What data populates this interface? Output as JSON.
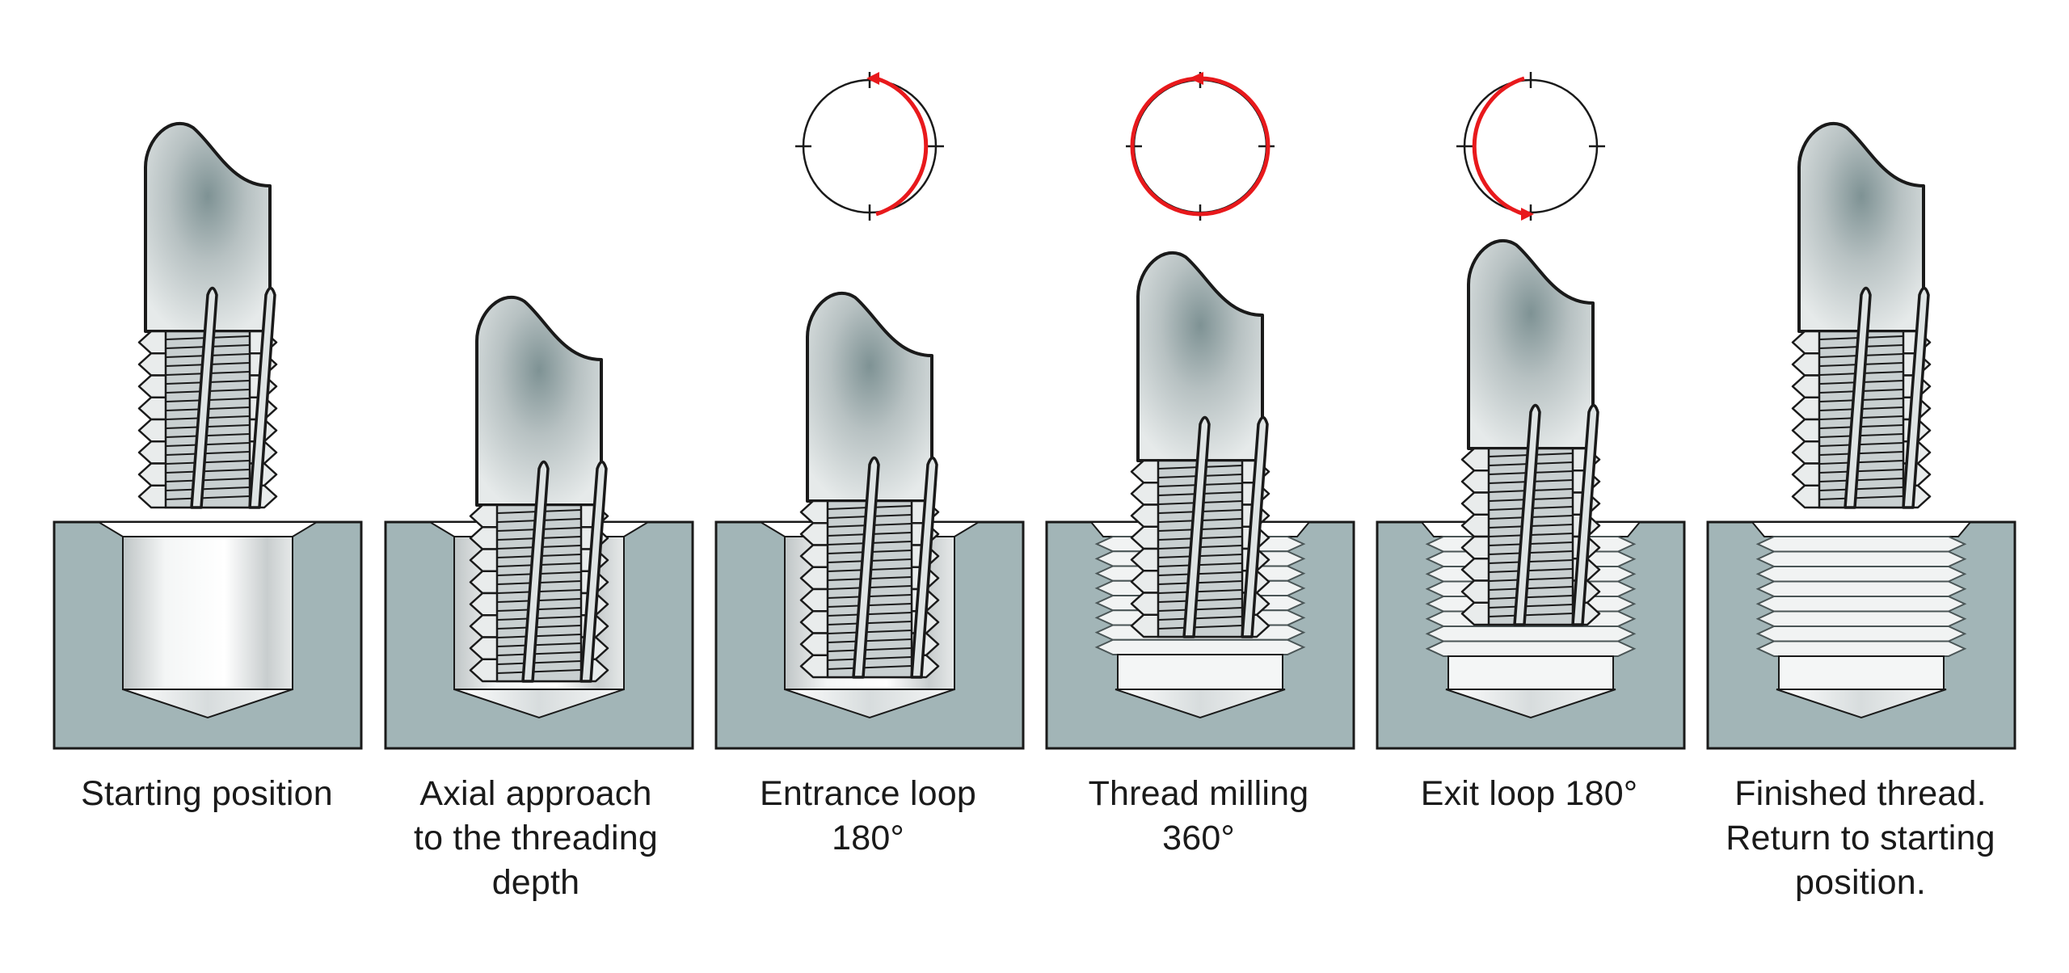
{
  "colors": {
    "block_fill": "#a2b5b7",
    "outline": "#1a1a1a",
    "tool_metal": "#c4cccd",
    "path_red": "#e8191c",
    "thread_fill": "#e9ecec"
  },
  "steps": [
    {
      "caption": [
        "Starting position"
      ],
      "tool_state": "above",
      "hole_state": "plain",
      "loop": null
    },
    {
      "caption": [
        "Axial approach",
        "to the threading",
        "depth"
      ],
      "tool_state": "inserted",
      "hole_state": "plain",
      "loop": null
    },
    {
      "caption": [
        "Entrance loop",
        "180°"
      ],
      "tool_state": "entering",
      "hole_state": "plain",
      "loop": {
        "sweep_degrees": 180,
        "direction": "counter-clockwise",
        "start": "bottom"
      }
    },
    {
      "caption": [
        "Thread milling",
        "360°"
      ],
      "tool_state": "milling",
      "hole_state": "threading",
      "loop": {
        "sweep_degrees": 360,
        "direction": "counter-clockwise",
        "start": "top"
      }
    },
    {
      "caption": [
        "Exit loop 180°"
      ],
      "tool_state": "exiting",
      "hole_state": "threaded",
      "loop": {
        "sweep_degrees": 180,
        "direction": "counter-clockwise",
        "start": "top"
      }
    },
    {
      "caption": [
        "Finished thread.",
        "Return to starting",
        "position."
      ],
      "tool_state": "above",
      "hole_state": "threaded",
      "loop": null
    }
  ]
}
